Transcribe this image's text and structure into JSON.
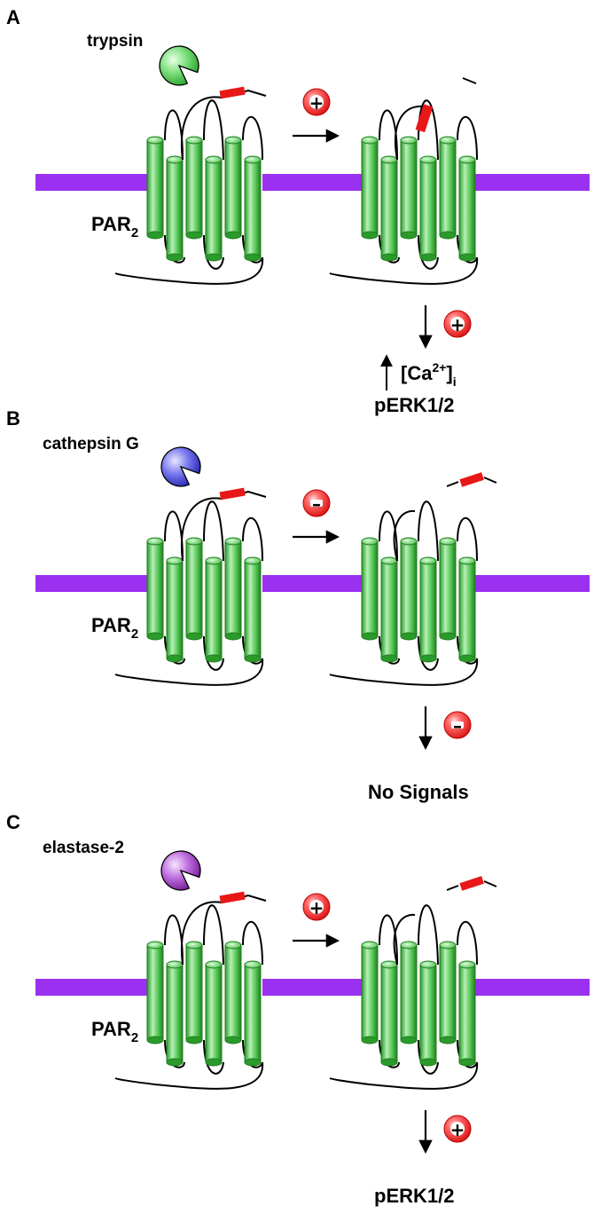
{
  "figure": {
    "panels": [
      {
        "letter": "A",
        "enzyme": "trypsin",
        "enzyme_color": "#32c832",
        "receptor": "PAR",
        "receptor_sub": "2",
        "cleavage_effect": "+",
        "signal_effect": "+",
        "outcome": [
          {
            "pre": "[Ca",
            "sup": "2+",
            "post": "]",
            "sub": "i"
          },
          {
            "pre": "pERK1/2"
          }
        ],
        "outcome_up_arrow": true
      },
      {
        "letter": "B",
        "enzyme": "cathepsin G",
        "enzyme_color": "#3a3ad8",
        "receptor": "PAR",
        "receptor_sub": "2",
        "cleavage_effect": "–",
        "signal_effect": "–",
        "outcome": [
          {
            "pre": "No Signals"
          }
        ],
        "outcome_up_arrow": false
      },
      {
        "letter": "C",
        "enzyme": "elastase-2",
        "enzyme_color": "#9a2ab8",
        "receptor": "PAR",
        "receptor_sub": "2",
        "cleavage_effect": "+",
        "signal_effect": "+",
        "outcome": [
          {
            "pre": "pERK1/2"
          }
        ],
        "outcome_up_arrow": false
      }
    ],
    "colors": {
      "membrane": "#9b30f0",
      "helix_dark": "#2a9a2a",
      "helix_light": "#b6f0b6",
      "helix_mid": "#52c452",
      "tether": "#e81818",
      "effect_bubble": "#e82020"
    }
  }
}
